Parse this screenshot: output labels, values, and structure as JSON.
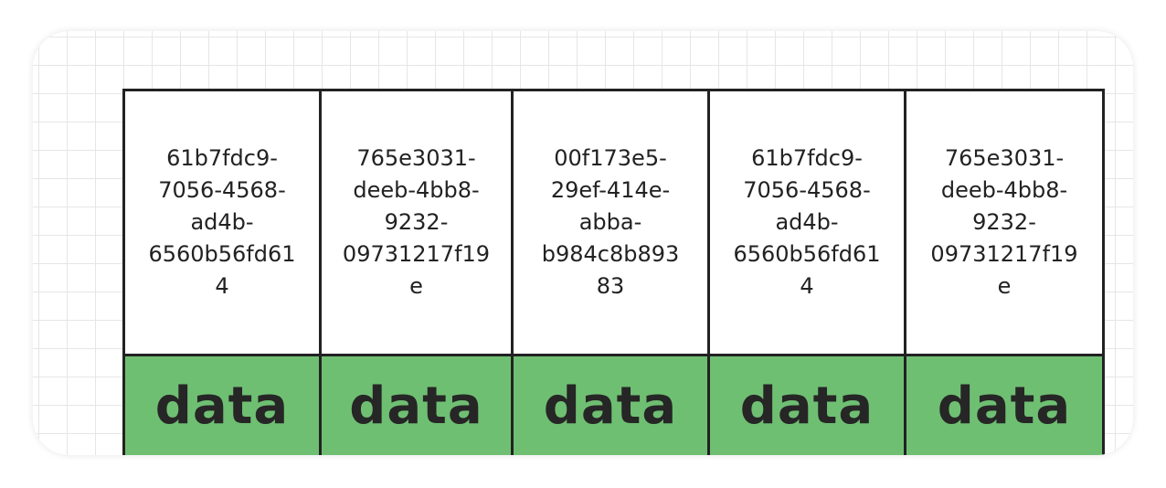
{
  "colors": {
    "data_fill": "#6fbf73",
    "border": "#222222",
    "grid_line": "#e6e6e6"
  },
  "columns": [
    {
      "id_lines": "61b7fdc9-\n7056-4568-\nad4b-\n6560b56fd61\n4",
      "data_label": "data"
    },
    {
      "id_lines": "765e3031-\ndeeb-4bb8-\n9232-\n09731217f19\ne",
      "data_label": "data"
    },
    {
      "id_lines": "00f173e5-\n29ef-414e-\nabba-\nb984c8b893\n83",
      "data_label": "data"
    },
    {
      "id_lines": "61b7fdc9-\n7056-4568-\nad4b-\n6560b56fd61\n4",
      "data_label": "data"
    },
    {
      "id_lines": "765e3031-\ndeeb-4bb8-\n9232-\n09731217f19\ne",
      "data_label": "data"
    }
  ]
}
